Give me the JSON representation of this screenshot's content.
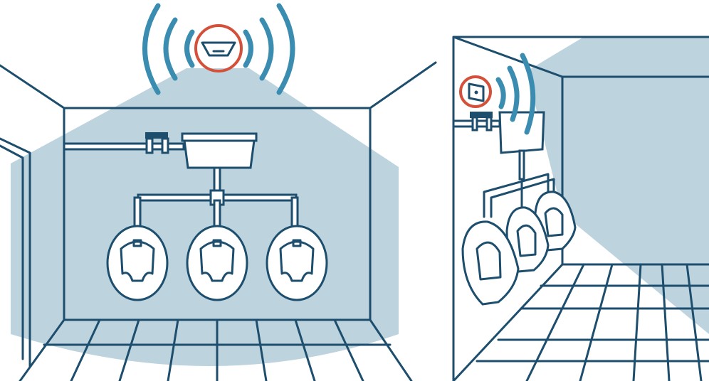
{
  "colors": {
    "line": "#1d4e6d",
    "sensor_coverage": "#bdd3de",
    "signal_waves": "#3a8db0",
    "sensor_highlight": "#d4503a"
  },
  "scenes": [
    {
      "view": "front",
      "sensor": "ceiling-sensor-icon",
      "urinal_count": 3
    },
    {
      "view": "perspective",
      "sensor": "wall-sensor-icon",
      "urinal_count": 3
    }
  ]
}
